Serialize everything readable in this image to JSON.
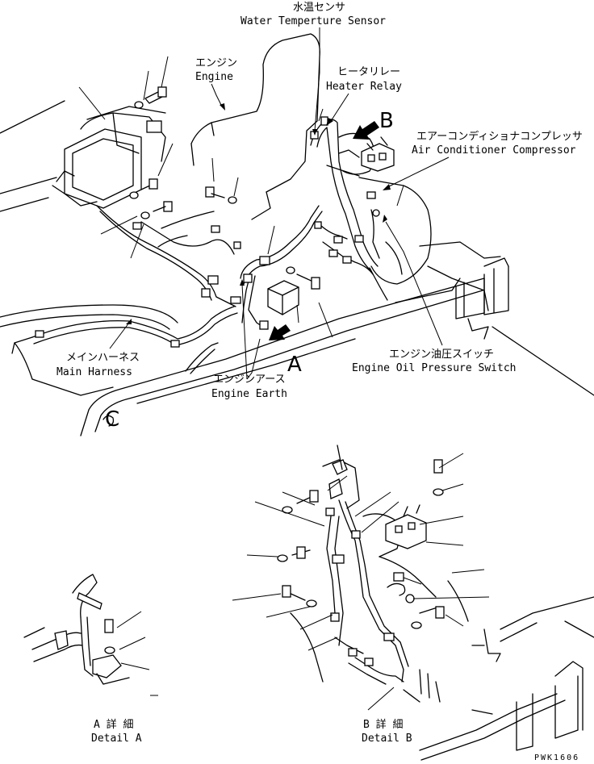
{
  "labels": {
    "water_temp_sensor_ja": "水温センサ",
    "water_temp_sensor_en": "Water Temperture Sensor",
    "engine_ja": "エンジン",
    "engine_en": "Engine",
    "heater_relay_ja": "ヒータリレー",
    "heater_relay_en": "Heater Relay",
    "view_b": "B",
    "air_compressor_ja": "エアーコンディショナコンプレッサ",
    "air_compressor_en": "Air Conditioner Compressor",
    "main_harness_ja": "メインハーネス",
    "main_harness_en": "Main Harness",
    "view_a": "A",
    "engine_earth_ja": "エンジンアース",
    "engine_earth_en": "Engine Earth",
    "oil_switch_ja": "エンジン油圧スイッチ",
    "oil_switch_en": "Engine Oil Pressure Switch",
    "mark_c": "C",
    "detail_a_ja": "A 詳 細",
    "detail_a_en": "Detail A",
    "detail_b_ja": "B 詳 細",
    "detail_b_en": "Detail B",
    "drawing_code": "PWK1606"
  },
  "colors": {
    "ink": "#000000",
    "paper": "#ffffff"
  }
}
